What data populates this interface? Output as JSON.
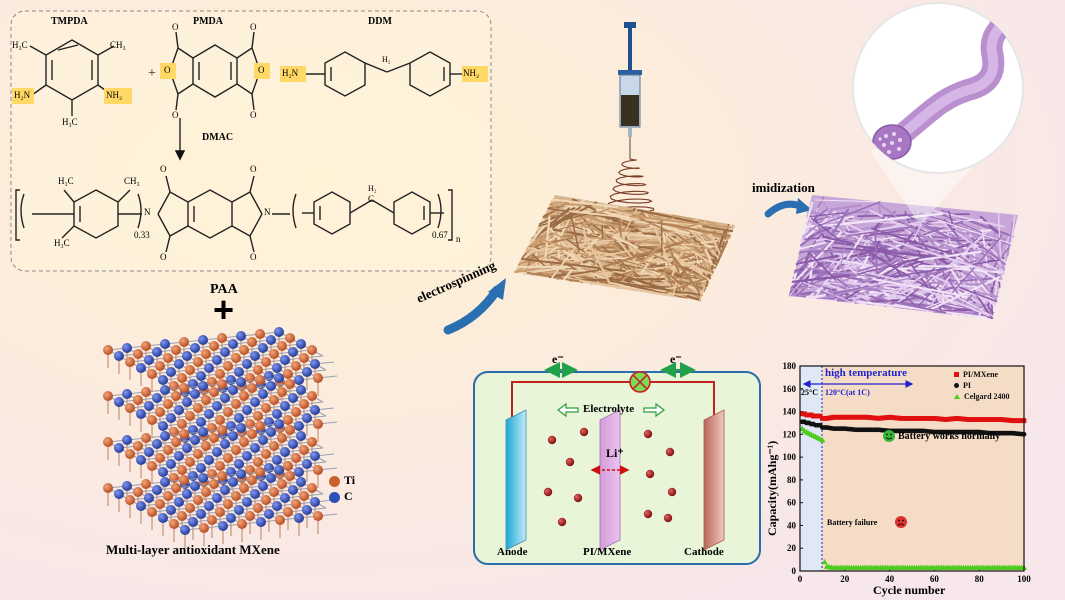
{
  "scheme": {
    "monomers": [
      "TMPDA",
      "PMDA",
      "DDM"
    ],
    "solvent": "DMAC",
    "polymer_label": "PAA",
    "plus": "+",
    "subscripts": {
      "x": "0.33",
      "y": "0.67",
      "n": "n"
    },
    "atoms": {
      "ch3": "H₃C",
      "ch3_right": "CH₃",
      "nh2": "NH₂",
      "h2n": "H₂N",
      "n": "N",
      "o": "O",
      "h2": "H₂",
      "c": "C"
    }
  },
  "mxene": {
    "title": "Multi-layer antioxidant MXene",
    "legend": [
      {
        "label": "Ti",
        "color": "#c9622c"
      },
      {
        "label": "C",
        "color": "#2f4fb8"
      }
    ]
  },
  "process": {
    "electrospinning": "electrospinning",
    "imidization": "imidization"
  },
  "battery": {
    "electron_left": "e⁻",
    "electron_right": "e⁻",
    "electrolyte": "Electrolyte",
    "li_ion": "Li⁺",
    "anode": "Anode",
    "separator": "PI/MXene",
    "cathode": "Cathode"
  },
  "chart_data": {
    "type": "scatter",
    "xlabel": "Cycle number",
    "ylabel": "Capacity(mAhg⁻¹)",
    "xlim": [
      0,
      100
    ],
    "ylim": [
      0,
      180
    ],
    "xticks": [
      0,
      20,
      40,
      60,
      80,
      100
    ],
    "yticks": [
      0,
      20,
      40,
      60,
      80,
      100,
      120,
      140,
      160,
      180
    ],
    "annotations": {
      "high_temperature": "high temperature",
      "room_temp": "25°C",
      "test_condition": "120°C(at 1C)",
      "normal": "Battery works normally",
      "failure": "Battery failure"
    },
    "series": [
      {
        "name": "PI/MXene",
        "color": "#e01010",
        "marker": "square",
        "x": [
          1,
          2,
          3,
          4,
          5,
          6,
          7,
          8,
          9,
          10,
          12,
          15,
          20,
          25,
          30,
          35,
          40,
          45,
          50,
          55,
          60,
          65,
          70,
          75,
          80,
          85,
          90,
          95,
          100
        ],
        "y": [
          138,
          138,
          137,
          137,
          137,
          136,
          136,
          136,
          136,
          134,
          134,
          135,
          135,
          135,
          135,
          134,
          135,
          134,
          134,
          134,
          134,
          133,
          134,
          133,
          133,
          133,
          133,
          132,
          132
        ]
      },
      {
        "name": "PI",
        "color": "#111111",
        "marker": "circle",
        "x": [
          1,
          2,
          3,
          4,
          5,
          6,
          7,
          8,
          9,
          10,
          12,
          15,
          20,
          25,
          30,
          35,
          40,
          45,
          50,
          55,
          60,
          65,
          70,
          75,
          80,
          85,
          90,
          95,
          100
        ],
        "y": [
          131,
          131,
          130,
          130,
          129,
          129,
          128,
          128,
          128,
          126,
          126,
          125,
          125,
          124,
          124,
          124,
          123,
          123,
          123,
          123,
          122,
          122,
          122,
          122,
          122,
          121,
          121,
          121,
          120
        ]
      },
      {
        "name": "Celgard 2400",
        "color": "#4ccc1e",
        "marker": "triangle",
        "x": [
          1,
          2,
          3,
          4,
          5,
          6,
          7,
          8,
          9,
          10,
          11,
          12,
          15,
          20,
          25,
          30,
          35,
          40,
          45,
          50,
          55,
          60,
          65,
          70,
          75,
          80,
          85,
          90,
          95,
          100
        ],
        "y": [
          125,
          123,
          122,
          121,
          120,
          119,
          118,
          117,
          116,
          115,
          8,
          4,
          3,
          3,
          3,
          3,
          3,
          3,
          3,
          3,
          3,
          3,
          3,
          3,
          3,
          3,
          3,
          3,
          3,
          3
        ]
      }
    ]
  }
}
